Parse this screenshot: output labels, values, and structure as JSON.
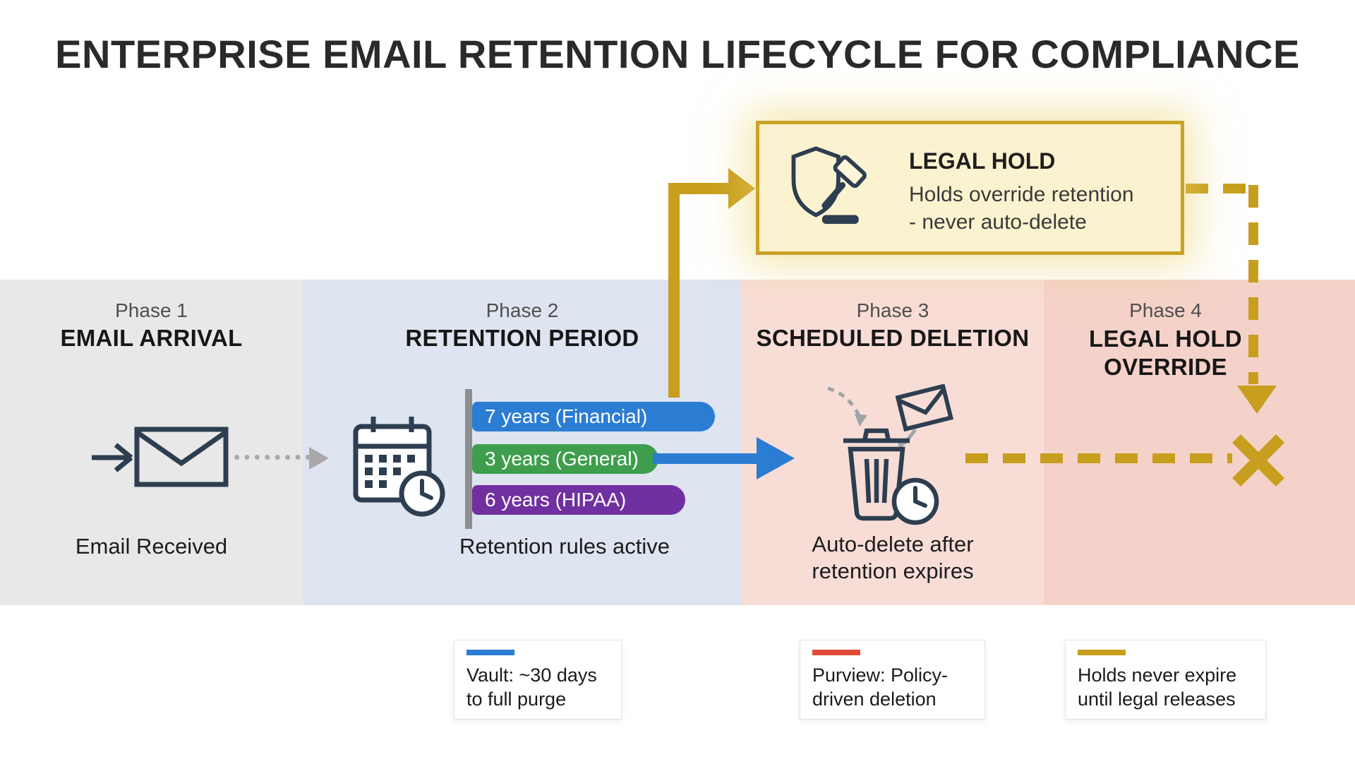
{
  "title": "ENTERPRISE EMAIL RETENTION LIFECYCLE FOR COMPLIANCE",
  "legal_hold_box": {
    "title": "LEGAL HOLD",
    "description_line1": "Holds override retention",
    "description_line2": "- never auto-delete"
  },
  "phases": [
    {
      "label": "Phase 1",
      "title": "EMAIL ARRIVAL",
      "caption": "Email Received"
    },
    {
      "label": "Phase 2",
      "title": "RETENTION PERIOD",
      "caption": "Retention rules active"
    },
    {
      "label": "Phase 3",
      "title": "SCHEDULED DELETION",
      "caption_line1": "Auto-delete after",
      "caption_line2": "retention expires"
    },
    {
      "label": "Phase 4",
      "title_line1": "LEGAL HOLD",
      "title_line2": "OVERRIDE"
    }
  ],
  "retention_bars": [
    {
      "label": "7 years (Financial)",
      "color": "#2b7cd3"
    },
    {
      "label": "3 years (General)",
      "color": "#3f9e4d"
    },
    {
      "label": "6 years (HIPAA)",
      "color": "#7030a0"
    }
  ],
  "legend": [
    {
      "line1": "Vault: ~30 days",
      "line2": "to full purge",
      "color": "#2b7cd3"
    },
    {
      "line1": "Purview: Policy-",
      "line2": "driven deletion",
      "color": "#e04b37"
    },
    {
      "line1": "Holds never expire",
      "line2": "until legal releases",
      "color": "#c79e1e"
    }
  ],
  "icons": {
    "phase1": "envelope-with-incoming-arrow-icon",
    "phase2": "calendar-with-clock-icon",
    "phase3": "trash-can-with-clock-and-envelope-icon",
    "legal_hold": "shield-with-gavel-icon",
    "blocked": "gold-x-mark"
  },
  "colors": {
    "gold": "#c79e1e",
    "blue_arrow": "#2b7cd3",
    "icon_navy": "#2d3e50",
    "dotted_gray": "#a9a9a9",
    "phase1_bg": "#e8e8e8",
    "phase2_bg": "#dee4f0",
    "phase3_bg": "#f8ddd6",
    "phase4_bg": "#f5d2c9",
    "legal_hold_bg": "#fbf3cf",
    "legal_hold_border": "#c9a227"
  }
}
